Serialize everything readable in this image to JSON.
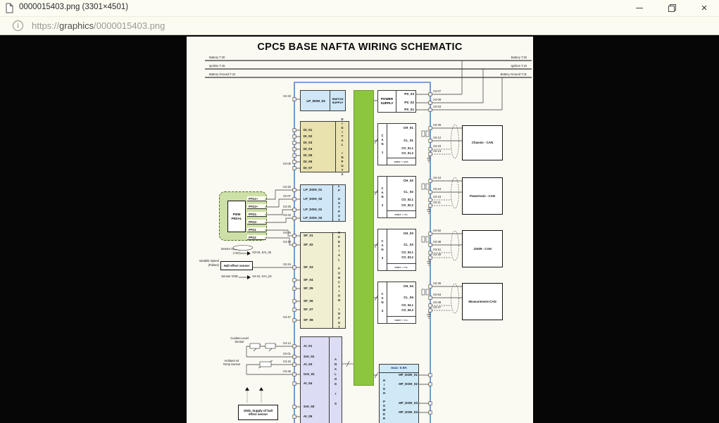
{
  "window": {
    "tab_title": "0000015403.png (3301×4501)",
    "url": {
      "scheme": "https://",
      "host": "graphics",
      "path": "/0000015403.png"
    },
    "icons": {
      "close": "×",
      "info": "i"
    }
  },
  "s": {
    "title": "CPC5 BASE NAFTA WIRING SCHEMATIC",
    "rails": {
      "r1": "Battery T.30",
      "r2": "Ignition T.15",
      "r3": "Battery Ground T.31"
    },
    "sw": {
      "label": "LP_DOH_03",
      "role": "SWITCH SUPPLY",
      "pin": "X3-33"
    },
    "di": {
      "title": "DIGITAL INPUTS",
      "items": [
        "DI_01",
        "DI_02",
        "DI_03",
        "DI_04",
        "DI_05",
        "DI_06",
        "DI_07"
      ],
      "pin_di7": "X3-05"
    },
    "lp": {
      "title": "LP OUTPUT",
      "items": [
        "LP_DOH_01",
        "LP_DOH_02",
        "LP_DOH_01",
        "LP_DOH_02"
      ],
      "pins": [
        "X3-20",
        "X3-07",
        "X3-29",
        "X3-43"
      ]
    },
    "pwm": {
      "label": "PWM PEDAL",
      "signals": [
        "FFG1+",
        "FFG2+",
        "FFG1-",
        "FFG2-",
        "FFG1",
        "FFG2"
      ]
    },
    "sf": {
      "title": "SPECIAL FUNCTION INPUT",
      "items": [
        "SF_01",
        "SF_02",
        "SF_03",
        "SF_04",
        "SF_05",
        "SF_06",
        "SF_07",
        "SF_08"
      ],
      "pins": {
        "sf1": "X3-46",
        "sf2": "X3-48",
        "sf3": "X3-34",
        "sf8": "X3-47"
      }
    },
    "an": {
      "title": "ANALOG + S",
      "items": [
        "AI_01",
        "SAI_01",
        "AI_03",
        "GAI_01",
        "AI_04",
        "SAI_03",
        "AI_05"
      ],
      "pins": {
        "ai1": "X3-14",
        "sai1": "X3-01",
        "ai3": "X3-42",
        "gai1": "X3-36"
      }
    },
    "ps": {
      "label": "POWER SUPPLY",
      "items": [
        "PS_03",
        "PS_02",
        "PS_01"
      ],
      "pins": [
        "X3-07",
        "X3-09",
        "X3-03"
      ]
    },
    "can1": {
      "tag": "CAN 1",
      "ch": "CH_01",
      "cl": "CL_01",
      "co1": "CO_01.1",
      "co2": "CO_01.2",
      "wake": "wake = yes",
      "pch": "X3-25",
      "pcl": "X3-12",
      "pco1": "X3-23",
      "pco2": "X3-13",
      "bus": "Chassis - CAN"
    },
    "can2": {
      "tag": "CAN 2",
      "ch": "CH_02",
      "cl": "CL_02",
      "co1": "CO_02.1",
      "co2": "CO_02.2",
      "wake": "wake = no",
      "pch": "X3-10",
      "pcl": "X3-24",
      "pco1": "X3-23",
      "pco2": "X3-11",
      "bus": "Powertrain - CAN"
    },
    "can3": {
      "tag": "CAN 3",
      "ch": "CH_03",
      "cl": "CL_03",
      "co1": "CO_03.1",
      "co2": "CO_03.2",
      "wake": "wake = no",
      "pch": "X3-52",
      "pcl": "X3-38",
      "pco1": "X3-51",
      "pco2": "X3-39",
      "bus": "J1939 - CAN"
    },
    "can4": {
      "tag": "CAN 4",
      "ch": "CH_04",
      "cl": "CL_04",
      "co1": "CO_04.1",
      "co2": "CO_04.2",
      "wake": "wake = no",
      "pch": "X3-35",
      "pcl": "X3-53",
      "pco1": "X3-49",
      "pco2": "X3-37",
      "bus": "Measurement-CAN"
    },
    "hp": {
      "max": "max: 0.9A",
      "title": "HIGH POWER",
      "items": [
        "HP_DOH_01",
        "HP_DOH_02",
        "HP_DOH_03",
        "HP_DOH_04"
      ]
    },
    "ann": {
      "sensor_supply": "Sensor Supply",
      "sensor_supply2": "(+5V)",
      "supply_pin": "X3-03, SAI_02",
      "var_speed": "Variable Speed",
      "var_speed2": "(Pulses)",
      "hall": "Hall effect sensor",
      "sensor_gnd": "Sensor GND",
      "gnd_pin": "X3-22, GAI_02",
      "coolant": "Coolant Level Sensor",
      "ambient": "Ambient Air Temp Sensor",
      "gnd_box": "GND, Supply of hall effect sensor"
    }
  }
}
